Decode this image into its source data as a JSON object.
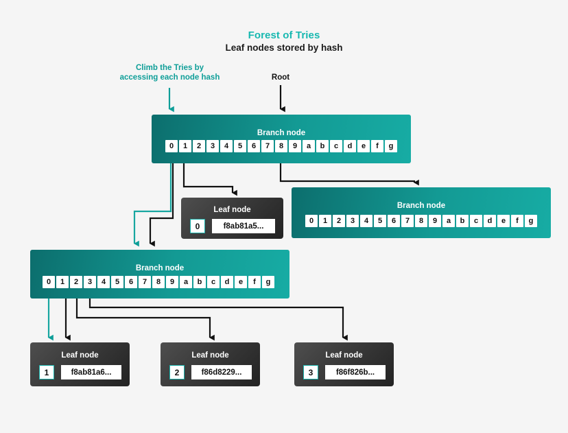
{
  "page": {
    "background": "#f5f5f5",
    "accent_teal": "#17b8b0",
    "branch_gradient_from": "#0c6e6d",
    "branch_gradient_to": "#17aca4",
    "leaf_gradient_from": "#4e4e4e",
    "leaf_gradient_to": "#232323"
  },
  "header": {
    "title": "Forest of Tries",
    "subtitle": "Leaf nodes stored by hash"
  },
  "annotations": {
    "climb_line1": "Climb the Tries by",
    "climb_line2": "accessing each node hash",
    "root": "Root"
  },
  "nodes": {
    "root_branch": {
      "label": "Branch node",
      "cells": [
        "0",
        "1",
        "2",
        "3",
        "4",
        "5",
        "6",
        "7",
        "8",
        "9",
        "a",
        "b",
        "c",
        "d",
        "e",
        "f",
        "g"
      ]
    },
    "right_branch": {
      "label": "Branch node",
      "cells": [
        "0",
        "1",
        "2",
        "3",
        "4",
        "5",
        "6",
        "7",
        "8",
        "9",
        "a",
        "b",
        "c",
        "d",
        "e",
        "f",
        "g"
      ]
    },
    "lower_branch": {
      "label": "Branch node",
      "cells": [
        "0",
        "1",
        "2",
        "3",
        "4",
        "5",
        "6",
        "7",
        "8",
        "9",
        "a",
        "b",
        "c",
        "d",
        "e",
        "f",
        "g"
      ]
    },
    "leaf_middle": {
      "label": "Leaf node",
      "index": "0",
      "hash": "f8ab81a5..."
    },
    "leaf_1": {
      "label": "Leaf node",
      "index": "1",
      "hash": "f8ab81a6..."
    },
    "leaf_2": {
      "label": "Leaf node",
      "index": "2",
      "hash": "f86d8229..."
    },
    "leaf_3": {
      "label": "Leaf node",
      "index": "3",
      "hash": "f86f826b..."
    }
  }
}
